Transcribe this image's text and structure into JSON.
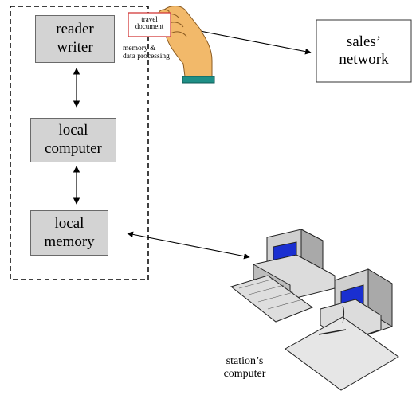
{
  "nodes": {
    "reader_writer": "reader\nwriter",
    "local_computer": "local\ncomputer",
    "local_memory": "local\nmemory",
    "sales_network": "sales’\nnetwork",
    "travel_document": "travel\ndocument",
    "memory_processing": "memory &\ndata processing",
    "station_computer": "station’s\ncomputer"
  },
  "colors": {
    "box_fill": "#d3d3d3",
    "screen": "#1a2fd0",
    "skin": "#f2b96a",
    "cuff": "#1f8f86",
    "card_border": "#d23a3a"
  }
}
